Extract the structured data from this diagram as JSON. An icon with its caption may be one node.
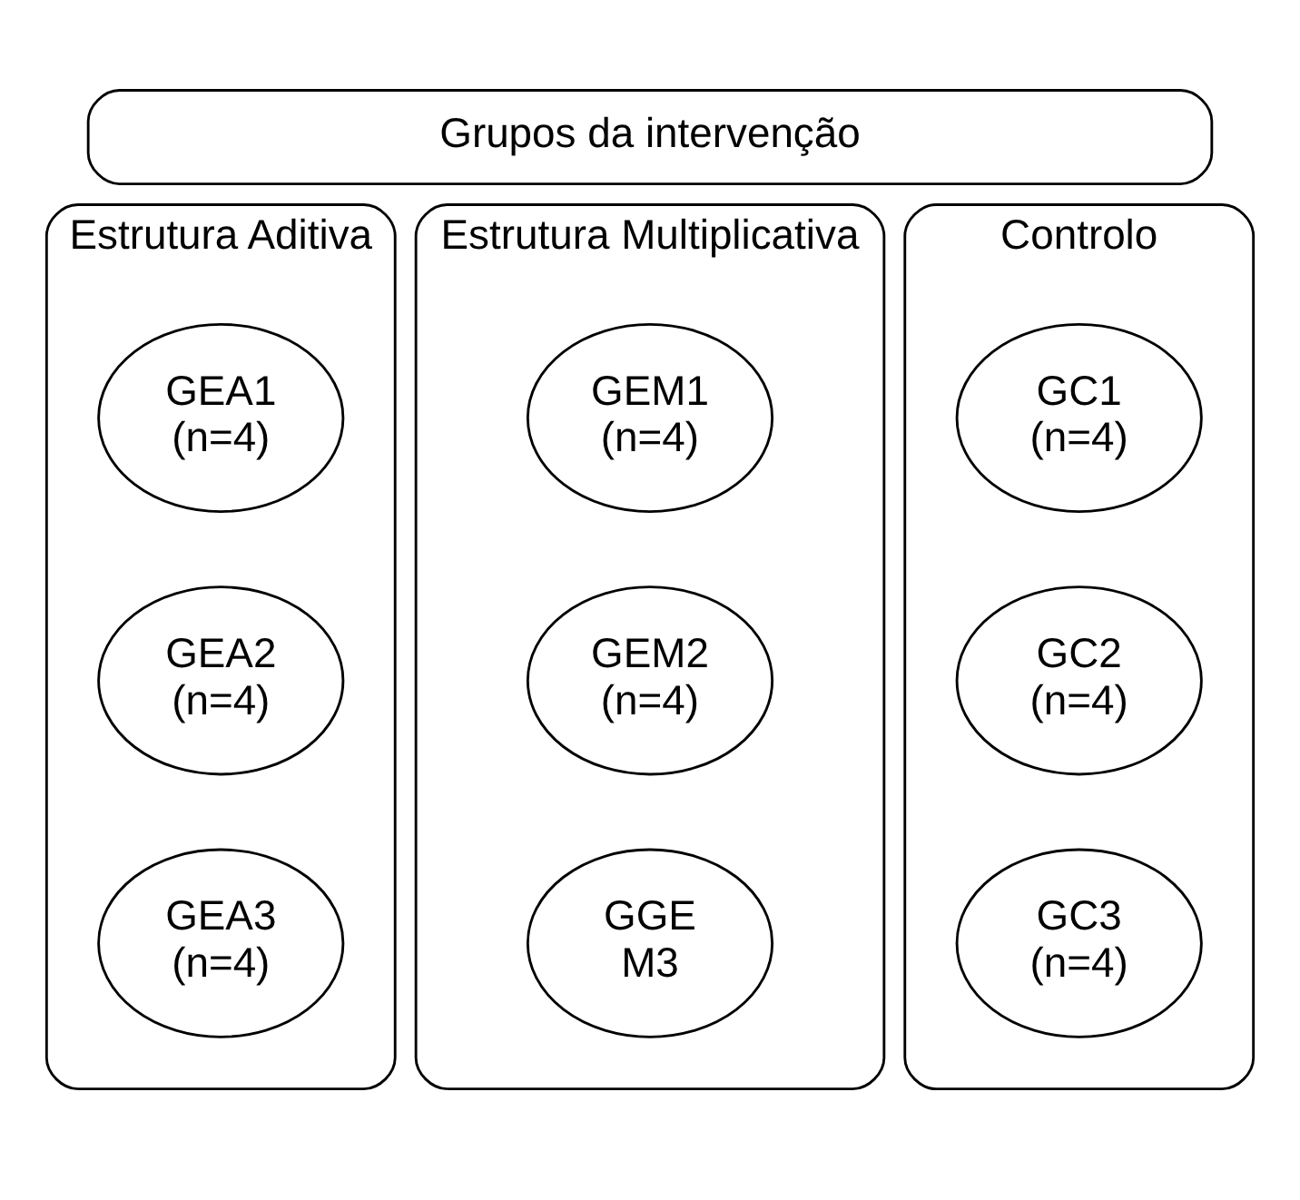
{
  "diagram": {
    "nodes": [
      {
        "text": [
          "Grupos da intervenção"
        ]
      },
      {
        "text": [
          "Estrutura Aditiva"
        ]
      },
      {
        "text": [
          "GEA1",
          "(n=4)"
        ],
        "in": 1
      },
      {
        "text": [
          "GEA2",
          "(n=4)"
        ],
        "in": 1
      },
      {
        "text": [
          "GEA3",
          "(n=4)"
        ],
        "in": 1
      },
      {
        "text": [
          "Estrutura Multiplicativa"
        ]
      },
      {
        "text": [
          "GEM1",
          "(n=4)"
        ],
        "in": 5
      },
      {
        "text": [
          "GEM2",
          "(n=4)"
        ],
        "in": 5
      },
      {
        "text": [
          "GGE",
          "M3"
        ],
        "in": 5
      },
      {
        "text": [
          "Controlo"
        ]
      },
      {
        "text": [
          "GC1",
          "(n=4)"
        ],
        "in": 9
      },
      {
        "text": [
          "GC2",
          "(n=4)"
        ],
        "in": 9
      },
      {
        "text": [
          "GC3",
          "(n=4)"
        ],
        "in": 9
      }
    ],
    "edges": []
  }
}
